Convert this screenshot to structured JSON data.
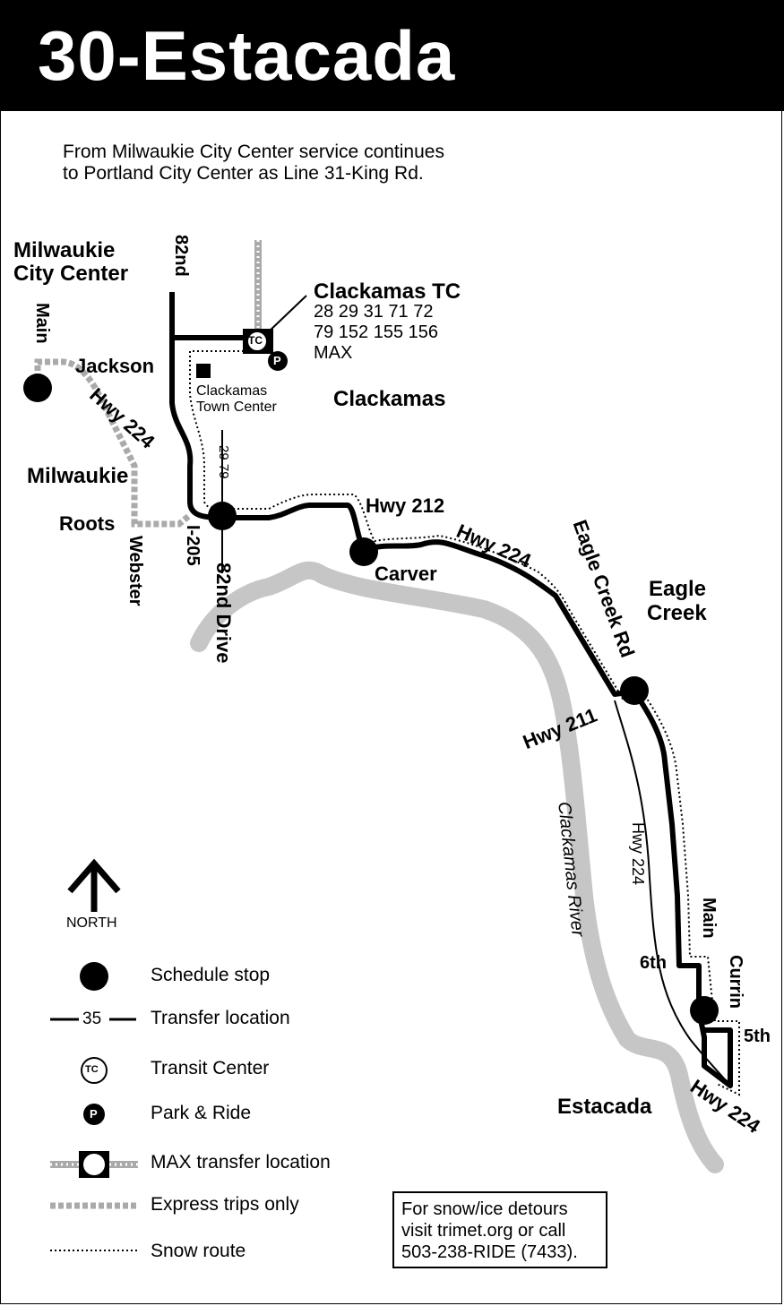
{
  "header": {
    "title": "30-Estacada"
  },
  "intro": {
    "line1": "From Milwaukie City Center service continues",
    "line2": "to Portland City Center as Line 31-King Rd."
  },
  "places": {
    "milwaukie_cc_1": "Milwaukie",
    "milwaukie_cc_2": "City Center",
    "clackamas_tc": "Clackamas TC",
    "clackamas_tc_lines_1": "28 29 31 71 72",
    "clackamas_tc_lines_2": "79 152 155 156",
    "clackamas_tc_lines_3": "MAX",
    "clackamas_town_center_1": "Clackamas",
    "clackamas_town_center_2": "Town Center",
    "clackamas": "Clackamas",
    "milwaukie": "Milwaukie",
    "eagle_creek_1": "Eagle",
    "eagle_creek_2": "Creek",
    "estacada": "Estacada",
    "carver": "Carver"
  },
  "streets": {
    "main_milwaukie": "Main",
    "jackson": "Jackson",
    "hwy224_milwaukie": "Hwy 224",
    "roots": "Roots",
    "webster": "Webster",
    "i205": "I-205",
    "s82nd": "82nd",
    "s82nd_drive": "82nd Drive",
    "transfer_2979": "29 79",
    "hwy212": "Hwy 212",
    "hwy224_carver": "Hwy 224",
    "eagle_creek_rd": "Eagle Creek Rd",
    "hwy211": "Hwy 211",
    "clackamas_river": "Clackamas River",
    "hwy224_thin": "Hwy 224",
    "main_estacada": "Main",
    "sixth": "6th",
    "currin": "Currin",
    "fifth": "5th",
    "hwy224_estacada": "Hwy 224"
  },
  "legend": {
    "north": "NORTH",
    "transfer_number": "35",
    "schedule_stop": "Schedule stop",
    "transfer_location": "Transfer location",
    "transit_center": "Transit Center",
    "park_ride": "Park & Ride",
    "max_transfer": "MAX transfer location",
    "express_trips": "Express trips only",
    "snow_route": "Snow route",
    "tc_icon_text": "TC",
    "p_icon_text": "P"
  },
  "snow_notice": {
    "line1": "For snow/ice detours",
    "line2": "visit trimet.org or call",
    "line3": "503-238-RIDE (7433)."
  }
}
